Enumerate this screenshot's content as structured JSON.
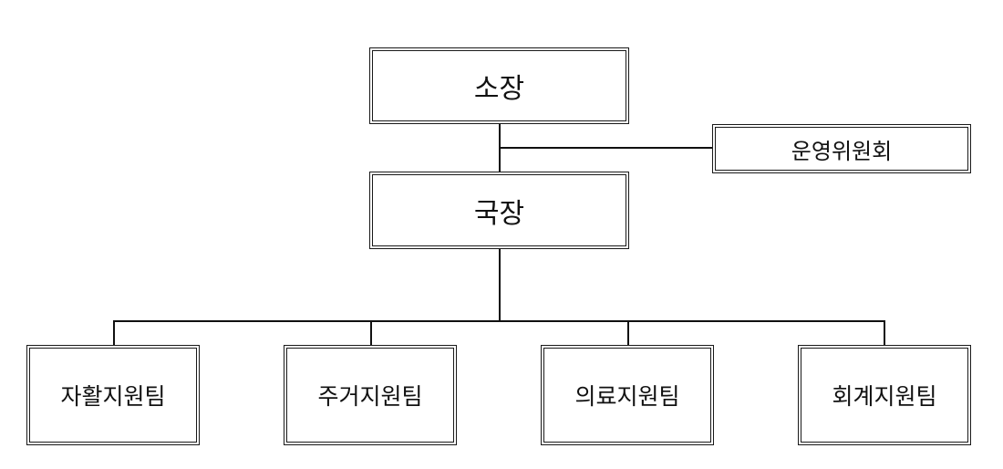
{
  "org_chart": {
    "director": "소장",
    "committee": "운영위원회",
    "bureau_chief": "국장",
    "teams": [
      "자활지원팀",
      "주거지원팀",
      "의료지원팀",
      "회계지원팀"
    ]
  }
}
